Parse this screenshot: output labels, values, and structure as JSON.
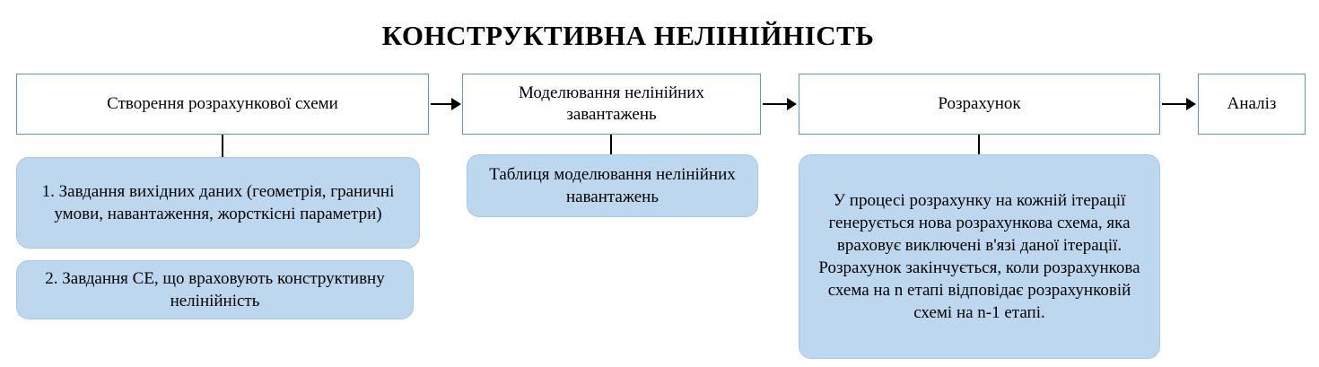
{
  "title": "КОНСТРУКТИВНА НЕЛІНІЙНІСТЬ",
  "flow": {
    "step1": {
      "label": "Створення розрахункової схеми",
      "sub1": "1. Завдання вихідних даних (геометрія, граничні умови, навантаження, жорсткісні параметри)",
      "sub2": "2. Завдання СЕ, що враховують конструктивну нелінійність"
    },
    "step2": {
      "label": "Моделювання нелінійних завантажень",
      "sub1": "Таблиця моделювання нелінійних навантажень"
    },
    "step3": {
      "label": "Розрахунок",
      "sub1": "У процесі розрахунку на кожній ітерації генерується нова розрахункова схема, яка враховує виключені в'язі даної ітерації. Розрахунок закінчується, коли розрахункова схема на n етапі відповідає розрахунковій схемі на n-1 етапі."
    },
    "step4": {
      "label": "Аналіз"
    }
  },
  "colors": {
    "flow_box_border": "#5B9BD5",
    "flow_box_fill": "#FFFFFF",
    "sub_box_fill": "#BDD7EE",
    "arrow": "#000000",
    "text": "#000000"
  }
}
